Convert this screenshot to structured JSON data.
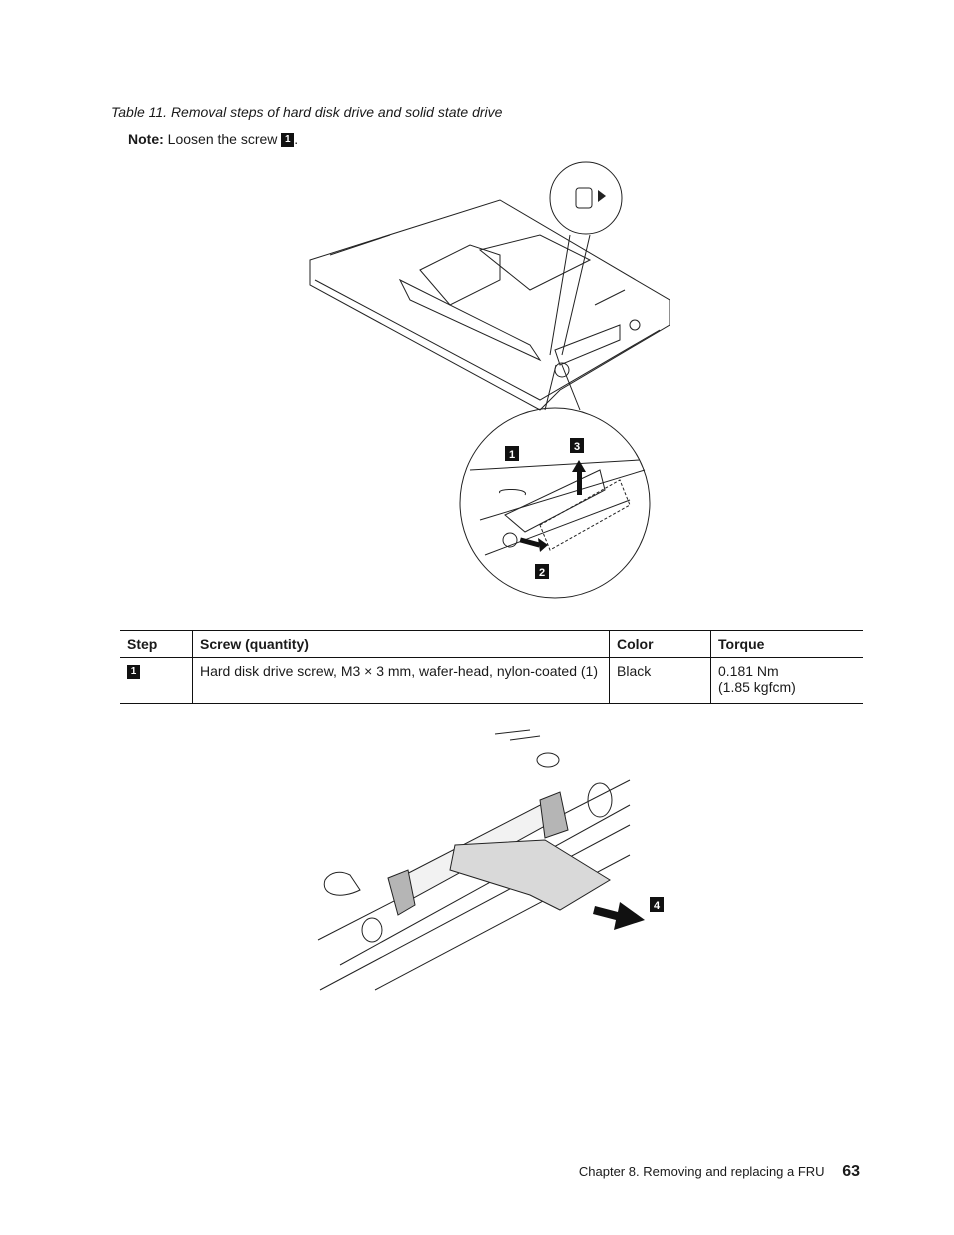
{
  "caption": "Table 11. Removal steps of hard disk drive and solid state drive",
  "note": {
    "label": "Note:",
    "text": "Loosen the screw",
    "badge": "1",
    "tail": "."
  },
  "figure_callouts": [
    "1",
    "2",
    "3",
    "4"
  ],
  "table": {
    "headers": [
      "Step",
      "Screw (quantity)",
      "Color",
      "Torque"
    ],
    "rows": [
      {
        "step": "1",
        "screw": "Hard disk drive screw, M3 × 3 mm, wafer-head, nylon-coated (1)",
        "color": "Black",
        "torque_line1": "0.181 Nm",
        "torque_line2": "(1.85 kgfcm)"
      }
    ]
  },
  "footer": {
    "chapter": "Chapter 8. Removing and replacing a FRU",
    "page": "63"
  }
}
